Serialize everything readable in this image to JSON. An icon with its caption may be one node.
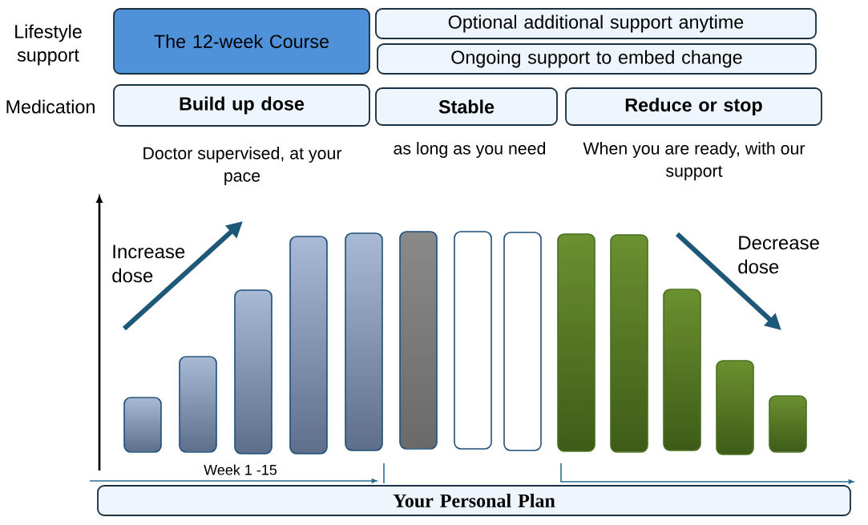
{
  "diagram": {
    "nodes": [
      {
        "text": [
          "The 12-week Course"
        ]
      },
      {
        "text": [
          "Optional additional support anytime"
        ]
      },
      {
        "text": [
          "Ongoing support to embed change"
        ]
      },
      {
        "text": [
          "Build up dose"
        ],
        "beside": [
          "Doctor supervised, at your pace"
        ]
      },
      {
        "text": [
          "Stable"
        ],
        "beside": [
          "as long as you need"
        ]
      },
      {
        "text": [
          "Reduce or stop"
        ],
        "beside": [
          "When you are ready, with our support"
        ]
      },
      {
        "text": [
          "Your Personal Plan"
        ]
      }
    ],
    "labels": [
      "Lifestyle support",
      "Medication",
      "Increase dose",
      "Decrease dose",
      "Week 1 -15"
    ]
  }
}
